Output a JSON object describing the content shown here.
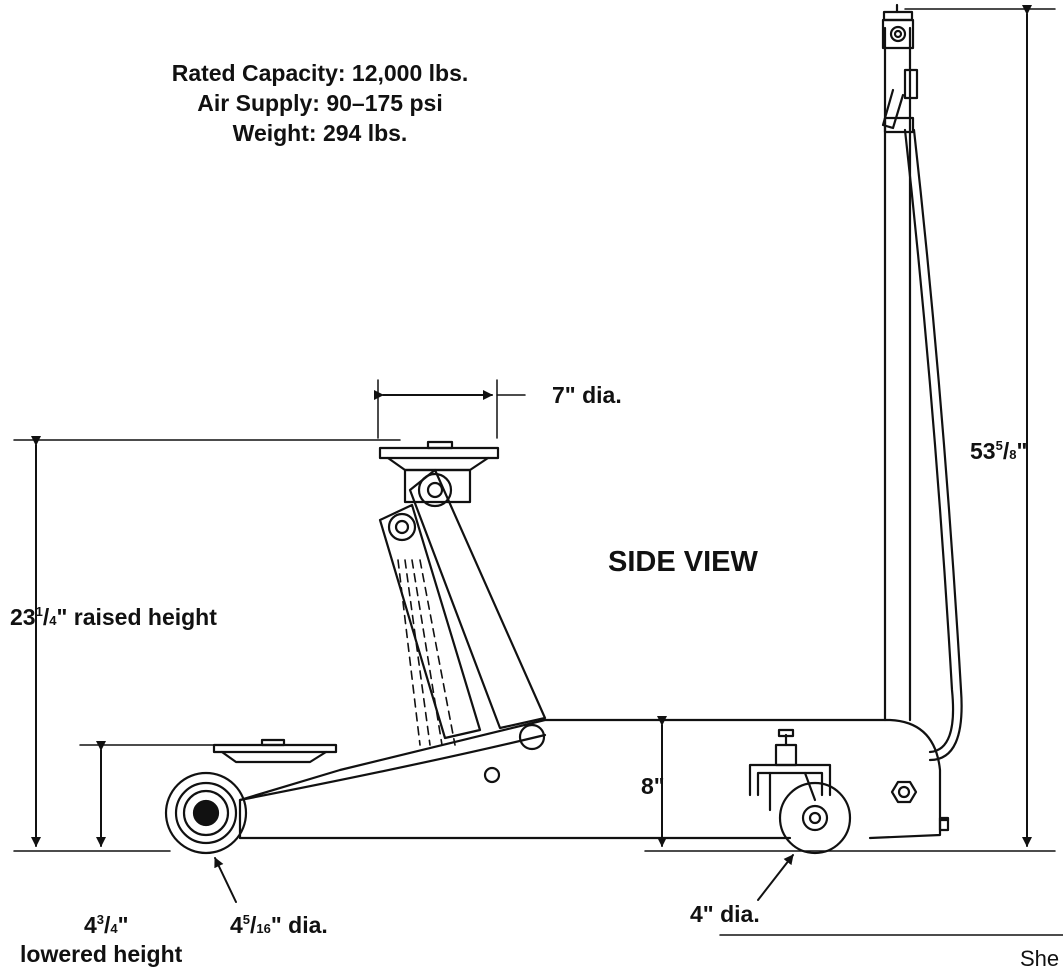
{
  "specs": {
    "capacity": "Rated Capacity: 12,000 lbs.",
    "air_supply": "Air Supply: 90–175 psi",
    "weight": "Weight: 294 lbs."
  },
  "view_label": "SIDE VIEW",
  "dimensions": {
    "pad_dia": "7\" dia.",
    "overall_height": {
      "whole": "53",
      "num": "5",
      "den": "8",
      "unit": "\""
    },
    "raised_height": {
      "whole": "23",
      "num": "1",
      "den": "4",
      "unit": "\"",
      "text": " raised height"
    },
    "frame_height": "8\"",
    "lowered_height": {
      "whole": "4",
      "num": "3",
      "den": "4",
      "unit": "\"",
      "text": "lowered height"
    },
    "front_wheel": {
      "whole": "4",
      "num": "5",
      "den": "16",
      "unit": "\" dia."
    },
    "caster_wheel": "4\" dia."
  },
  "footer_fragment": "She"
}
